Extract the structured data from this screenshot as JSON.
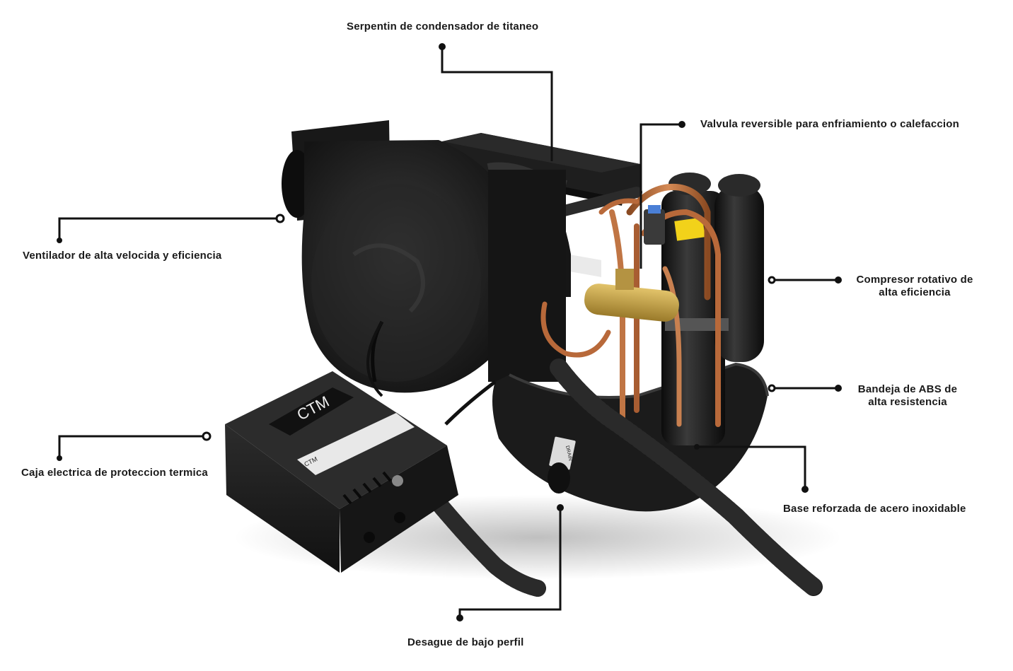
{
  "callouts": [
    {
      "id": "condenser",
      "text": "Serpentin de condensador de titaneo"
    },
    {
      "id": "valve",
      "text": "Valvula reversible para enfriamiento o calefaccion"
    },
    {
      "id": "fan",
      "text": "Ventilador de alta velocida y eficiencia"
    },
    {
      "id": "compressor",
      "line1": "Compresor rotativo de",
      "line2": "alta eficiencia"
    },
    {
      "id": "tray",
      "line1": "Bandeja de ABS de",
      "line2": "alta resistencia"
    },
    {
      "id": "electric-box",
      "text": "Caja electrica de proteccion termica"
    },
    {
      "id": "base",
      "text": "Base reforzada de acero inoxidable"
    },
    {
      "id": "drain",
      "text": "Desague de bajo perfil"
    }
  ],
  "product": {
    "brand_box": "CTM",
    "brand_sticker": "CTM",
    "drain_port": "DRAIN"
  },
  "colors": {
    "unit_body": "#1c1c1c",
    "copper": "#b8693a",
    "brass": "#c9a44a",
    "leader_line": "#111111",
    "label_sticker": "#e8e8e8",
    "warning_sticker": "#f2d21a"
  }
}
